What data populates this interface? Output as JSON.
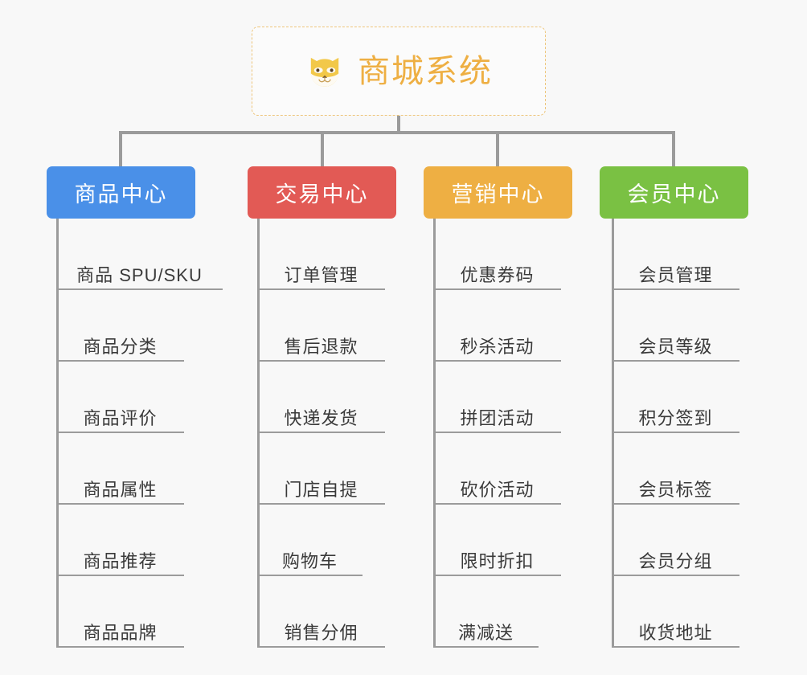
{
  "background_color": "#f8f8f8",
  "root": {
    "title": "商城系统",
    "icon": "shiba-dog-face-icon",
    "border_color": "#eec57a",
    "text_color": "#eeaf43"
  },
  "connector_color": "#9b9b9b",
  "categories": [
    {
      "label": "商品中心",
      "color": "#4a90e8",
      "items": [
        "商品 SPU/SKU",
        "商品分类",
        "商品评价",
        "商品属性",
        "商品推荐",
        "商品品牌"
      ]
    },
    {
      "label": "交易中心",
      "color": "#e25a55",
      "items": [
        "订单管理",
        "售后退款",
        "快递发货",
        "门店自提",
        "购物车",
        "销售分佣"
      ]
    },
    {
      "label": "营销中心",
      "color": "#eeaf43",
      "items": [
        "优惠券码",
        "秒杀活动",
        "拼团活动",
        "砍价活动",
        "限时折扣",
        "满减送"
      ]
    },
    {
      "label": "会员中心",
      "color": "#7ac143",
      "items": [
        "会员管理",
        "会员等级",
        "积分签到",
        "会员标签",
        "会员分组",
        "收货地址"
      ]
    }
  ]
}
